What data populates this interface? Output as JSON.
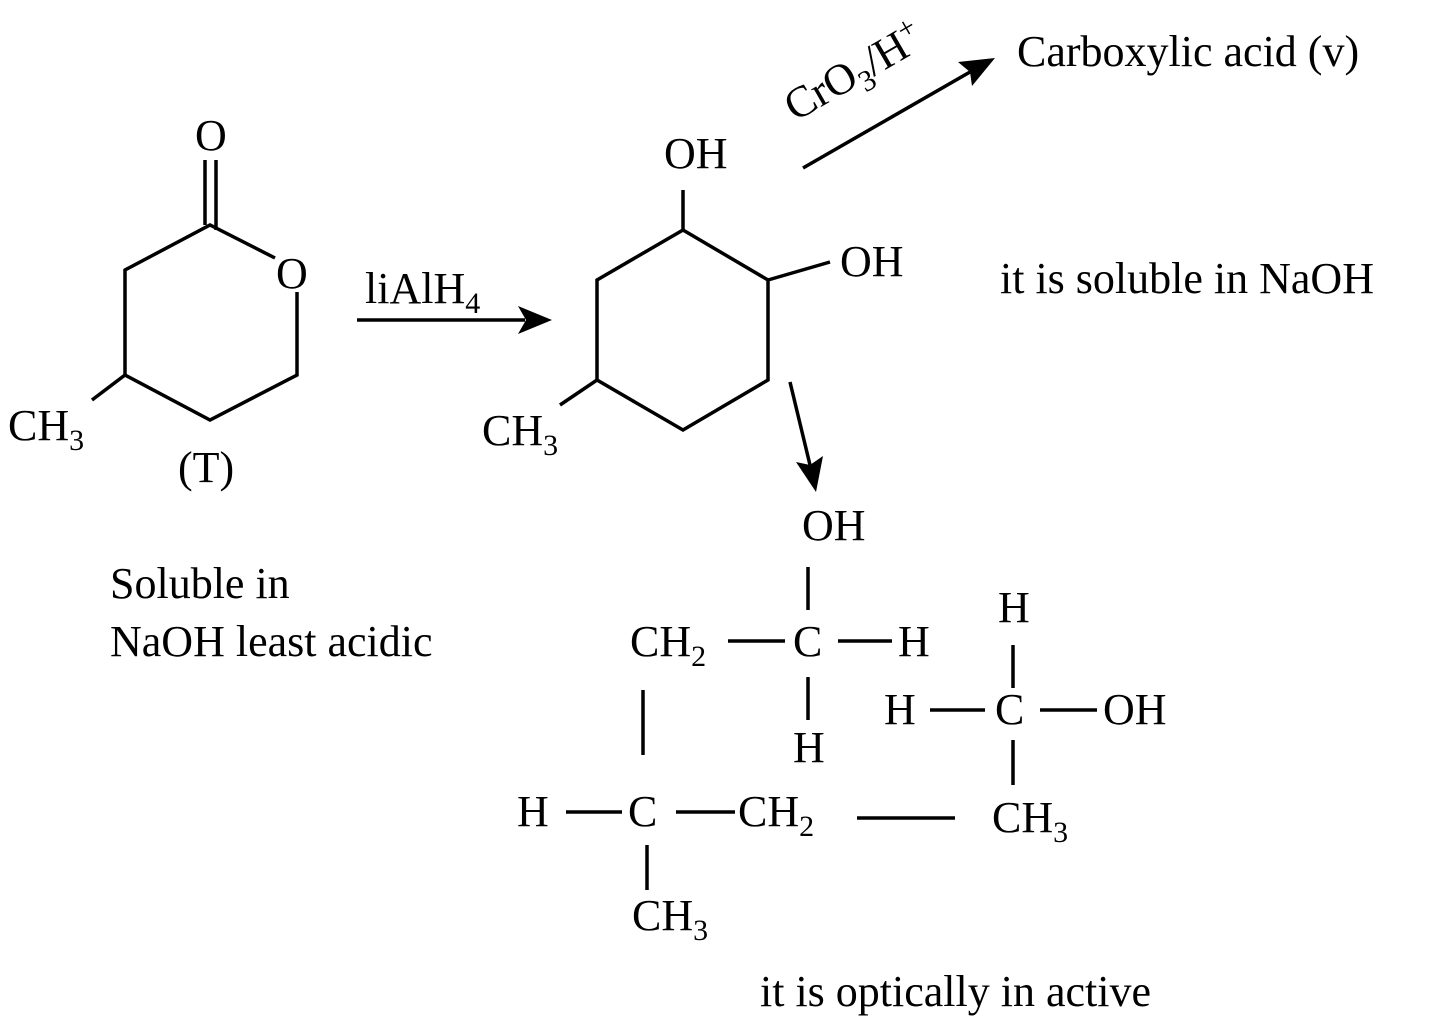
{
  "reactant": {
    "carbonyl_o": "O",
    "ring_o": "O",
    "methyl": {
      "main": "CH",
      "sub": "3"
    },
    "label": "(T)",
    "note_line1": "Soluble in",
    "note_line2": "NaOH least acidic"
  },
  "reagent1": {
    "main": "liAlH",
    "sub": "4"
  },
  "diol": {
    "oh_top": "OH",
    "oh_right": "OH",
    "methyl": {
      "main": "CH",
      "sub": "3"
    }
  },
  "reagent2": {
    "a": "CrO",
    "sub": "3",
    "b": "/H",
    "sup": "+"
  },
  "product_v": "Carboxylic acid (v)",
  "product_v_note": "it is soluble in NaOH",
  "open_chain": {
    "oh": "OH",
    "ch2_top": {
      "main": "CH",
      "sub": "2"
    },
    "c_top": "C",
    "h_right": "H",
    "h_below": "H",
    "h_left": "H",
    "c_mid": "C",
    "ch2_mid": {
      "main": "CH",
      "sub": "2"
    },
    "ch3_bottom": {
      "main": "CH",
      "sub": "3"
    },
    "r_h_top": "H",
    "r_h_left": "H",
    "r_c": "C",
    "r_oh": "OH",
    "r_ch3": {
      "main": "CH",
      "sub": "3"
    },
    "note": "it is optically in active"
  }
}
